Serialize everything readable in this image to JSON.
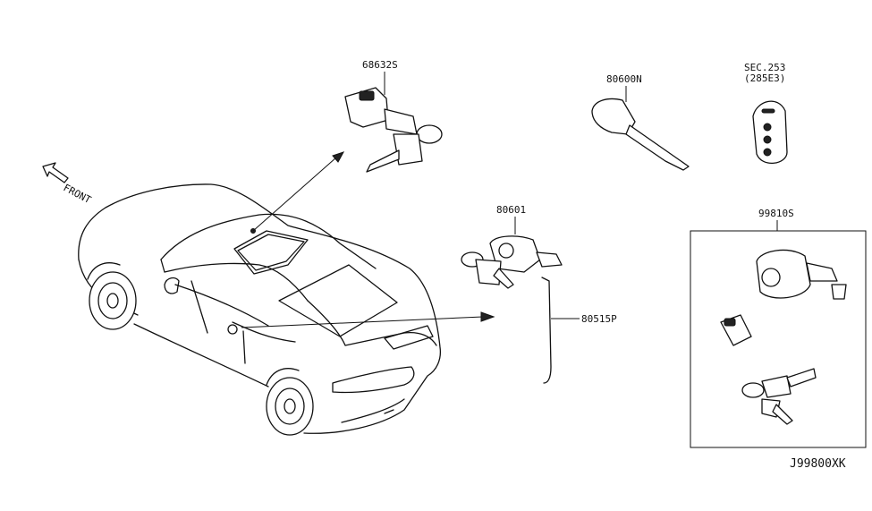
{
  "diagram": {
    "direction_label": "FRONT",
    "parts": {
      "trunk_lock": "68632S",
      "blank_key": "80600N",
      "smart_key_section": "SEC.253",
      "smart_key_part": "(285E3)",
      "door_lock_cylinder": "80601",
      "door_lock_rod": "80515P",
      "key_set": "99810S"
    },
    "drawing_number": "J99800XK"
  }
}
